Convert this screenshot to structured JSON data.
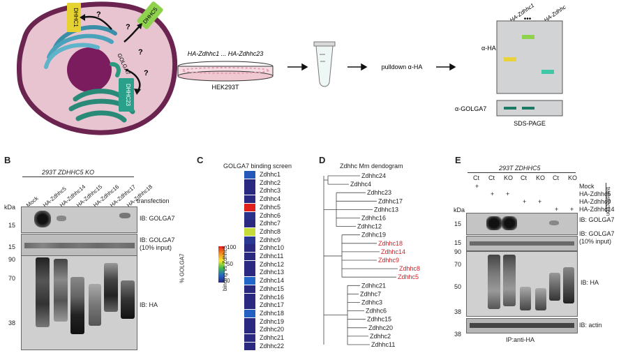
{
  "panelA": {
    "cell_labels": {
      "golga7": "GOLGA7",
      "dhhc1": "DHHC1",
      "dhhc5": "DHHC5",
      "dhhc23": "DHHC23",
      "question": "?"
    },
    "dish_title": "HA-Zdhhc1 ... HA-Zdhhc23",
    "cell_line": "HEK293T",
    "pulldown": "pulldown α-HA",
    "gel_top_label_1": "HA-Zdhhc1",
    "gel_top_label_2": "HA-Zdhhc",
    "gel_dots": "•••",
    "gel_ab_ha": "α-HA",
    "gel_ab_golga7": "α-GOLGA7",
    "sds": "SDS-PAGE",
    "band_colors": [
      "#e8d33a",
      "#8fd24e",
      "#3fc7a6",
      "#1a7a63"
    ]
  },
  "panelB": {
    "letter": "B",
    "title": "293T ZDHHC5 KO",
    "lanes": [
      "Mock",
      "HA-Zdhhc5",
      "HA-Zdhhc14",
      "HA-Zdhhc15",
      "HA-Zdhhc16",
      "HA-Zdhhc17",
      "HA-Zdhhc18"
    ],
    "transfection": "transfection",
    "kda": "kDa",
    "markers": {
      "m15a": "15",
      "m15b": "15",
      "m90": "90",
      "m70": "70",
      "m38": "38"
    },
    "ib": {
      "golga7": "IB: GOLGA7",
      "golga7_input_1": "IB: GOLGA7",
      "golga7_input_2": "(10% input)",
      "ha": "IB: HA"
    }
  },
  "panelC": {
    "letter": "C",
    "title": "GOLGA7 binding screen",
    "colorbar_label_1": "% GOLGA7",
    "colorbar_label_2": "binding vs Zdhhc5",
    "colorbar_ticks": [
      "100",
      "50",
      "0"
    ],
    "rows": [
      {
        "name": "Zdhhc1",
        "value": 15
      },
      {
        "name": "Zdhhc2",
        "value": 0
      },
      {
        "name": "Zdhhc3",
        "value": 0
      },
      {
        "name": "Zdhhc4",
        "value": 0
      },
      {
        "name": "Zdhhc5",
        "value": 100
      },
      {
        "name": "Zdhhc6",
        "value": 3
      },
      {
        "name": "Zdhhc7",
        "value": 0
      },
      {
        "name": "Zdhhc8",
        "value": 55
      },
      {
        "name": "Zdhhc9",
        "value": 5
      },
      {
        "name": "Zdhhc10",
        "value": 0
      },
      {
        "name": "Zdhhc11",
        "value": 0
      },
      {
        "name": "Zdhhc12",
        "value": 0
      },
      {
        "name": "Zdhhc13",
        "value": 0
      },
      {
        "name": "Zdhhc14",
        "value": 20
      },
      {
        "name": "Zdhhc15",
        "value": 0
      },
      {
        "name": "Zdhhc16",
        "value": 0
      },
      {
        "name": "Zdhhc17",
        "value": 0
      },
      {
        "name": "Zdhhc18",
        "value": 18
      },
      {
        "name": "Zdhhc19",
        "value": 0
      },
      {
        "name": "Zdhhc20",
        "value": 0
      },
      {
        "name": "Zdhhc21",
        "value": 0
      },
      {
        "name": "Zdhhc22",
        "value": 0
      }
    ]
  },
  "panelD": {
    "letter": "D",
    "title": "Zdhhc Mm dendogram",
    "leaves": [
      {
        "name": "Zdhhc24",
        "red": false
      },
      {
        "name": "Zdhhc4",
        "red": false
      },
      {
        "name": "Zdhhc23",
        "red": false
      },
      {
        "name": "Zdhhc17",
        "red": false
      },
      {
        "name": "Zdhhc13",
        "red": false
      },
      {
        "name": "Zdhhc16",
        "red": false
      },
      {
        "name": "Zdhhc12",
        "red": false
      },
      {
        "name": "Zdhhc19",
        "red": false
      },
      {
        "name": "Zdhhc18",
        "red": true
      },
      {
        "name": "Zdhhc14",
        "red": true
      },
      {
        "name": "Zdhhc9",
        "red": true
      },
      {
        "name": "Zdhhc8",
        "red": true
      },
      {
        "name": "Zdhhc5",
        "red": true
      },
      {
        "name": "Zdhhc21",
        "red": false
      },
      {
        "name": "Zdhhc7",
        "red": false
      },
      {
        "name": "Zdhhc3",
        "red": false
      },
      {
        "name": "Zdhhc6",
        "red": false
      },
      {
        "name": "Zdhhc15",
        "red": false
      },
      {
        "name": "Zdhhc20",
        "red": false
      },
      {
        "name": "Zdhhc2",
        "red": false
      },
      {
        "name": "Zdhhc11",
        "red": false
      }
    ]
  },
  "panelE": {
    "letter": "E",
    "title": "293T ZDHHC5",
    "cols": [
      "Ct",
      "Ct",
      "KO",
      "Ct",
      "KO",
      "Ct",
      "KO"
    ],
    "row_labels": [
      "Mock",
      "HA-Zdhhc5",
      "HA-Zdhhc9",
      "HA-Zdhhc14"
    ],
    "plus": "+",
    "transfection": "transfection",
    "kda": "kDa",
    "markers": {
      "m15a": "15",
      "m15b": "15",
      "m90": "90",
      "m70": "70",
      "m50": "50",
      "m38a": "38",
      "m38b": "38"
    },
    "ib": {
      "golga7": "IB: GOLGA7",
      "golga7_input_1": "IB: GOLGA7",
      "golga7_input_2": "(10% input)",
      "ha": "IB: HA",
      "actin": "IB: actin"
    },
    "ip": "IP:anti-HA"
  }
}
